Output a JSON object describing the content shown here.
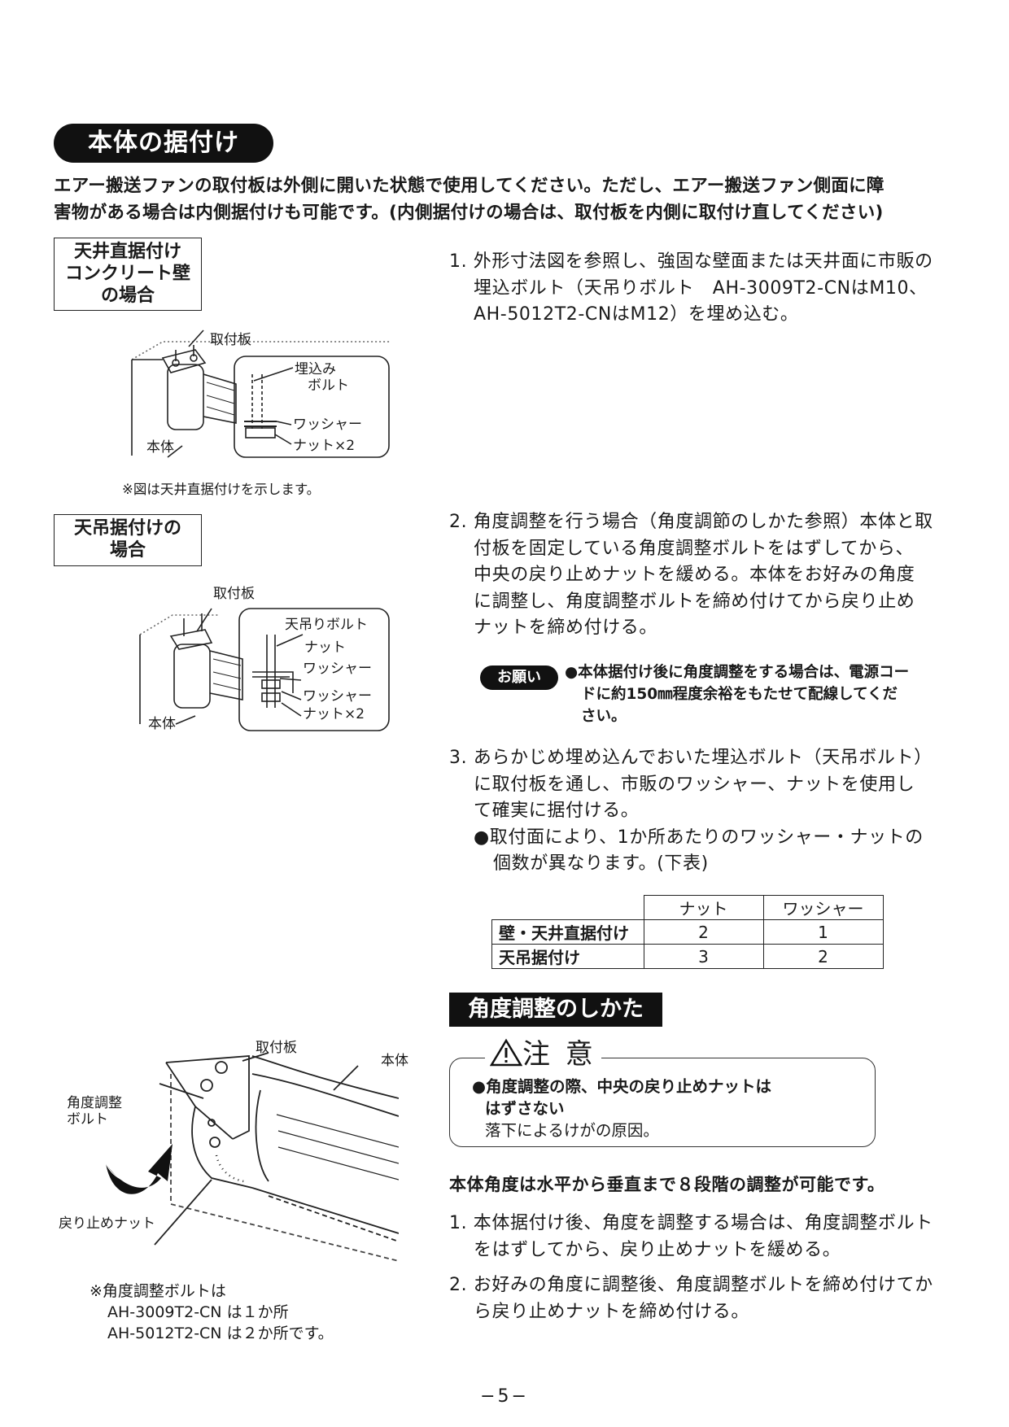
{
  "section_title": "本体の据付け",
  "intro_lines": [
    "エアー搬送ファンの取付板は外側に開いた状態で使用してください。ただし、エアー搬送ファン側面に障",
    "害物がある場合は内側据付けも可能です。(内側据付けの場合は、取付板を内側に取付け直してください)"
  ],
  "case1": {
    "label_lines": [
      "天井直据付け",
      "コンクリート壁",
      "の場合"
    ],
    "fig_labels": {
      "plate": "取付板",
      "bolt1": "埋込み",
      "bolt2": "ボルト",
      "washer": "ワッシャー",
      "nut": "ナット×2",
      "body": "本体"
    },
    "note": "※図は天井直据付けを示します。"
  },
  "case2": {
    "label_lines": [
      "天吊据付けの",
      "場合"
    ],
    "fig_labels": {
      "plate": "取付板",
      "bolt": "天吊りボルト",
      "nut": "ナット",
      "washer1": "ワッシャー",
      "washer2": "ワッシャー",
      "nut2": "ナット×2",
      "body": "本体"
    }
  },
  "step1_lines": [
    "1. 外形寸法図を参照し、強固な壁面または天井面に市販の",
    "埋込ボルト（天吊りボルト　AH-3009T2-CNはM10、",
    "AH-5012T2-CNはM12）を埋め込む。"
  ],
  "step2_lines": [
    "2. 角度調整を行う場合（角度調節のしかた参照）本体と取",
    "付板を固定している角度調整ボルトをはずしてから、",
    "中央の戻り止めナットを緩める。本体をお好みの角度",
    "に調整し、角度調整ボルトを締め付けてから戻り止め",
    "ナットを締め付ける。"
  ],
  "request": {
    "badge": "お願い",
    "lines": [
      "●本体据付け後に角度調整をする場合は、電源コー",
      "ドに約150㎜程度余裕をもたせて配線してくだ",
      "さい。"
    ]
  },
  "step3_lines": [
    "3. あらかじめ埋め込んでおいた埋込ボルト（天吊ボルト）",
    "に取付板を通し、市販のワッシャー、ナットを使用し",
    "て確実に据付ける。",
    "●取付面により、1か所あたりのワッシャー・ナットの",
    "個数が異なります。(下表)"
  ],
  "table": {
    "headers": [
      "",
      "ナット",
      "ワッシャー"
    ],
    "rows": [
      [
        "壁・天井直据付け",
        "2",
        "1"
      ],
      [
        "天吊据付け",
        "3",
        "2"
      ]
    ]
  },
  "angle": {
    "title": "角度調整のしかた",
    "caution_title": "注 意",
    "caution_lines": [
      "●角度調整の際、中央の戻り止めナットは",
      "はずさない",
      "落下によるけがの原因。"
    ],
    "summary": "本体角度は水平から垂直まで８段階の調整が可能です。",
    "steps": [
      [
        "1. 本体据付け後、角度を調整する場合は、角度調整ボルト",
        "をはずしてから、戻り止めナットを緩める。"
      ],
      [
        "2. お好みの角度に調整後、角度調整ボルトを締め付けてか",
        "ら戻り止めナットを締め付ける。"
      ]
    ],
    "fig_labels": {
      "plate": "取付板",
      "body": "本体",
      "bolt1": "角度調整",
      "bolt2": "ボルト",
      "nut": "戻り止めナット"
    },
    "note_lines": [
      "※角度調整ボルトは",
      "AH-3009T2-CN は１か所",
      "AH-5012T2-CN は２か所です。"
    ]
  },
  "page_number": "−5−"
}
